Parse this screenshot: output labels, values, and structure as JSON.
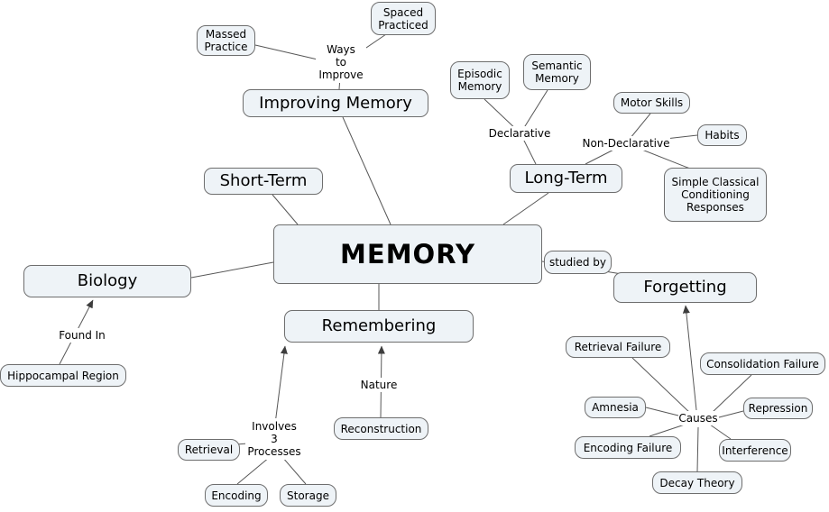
{
  "map": {
    "nodes": {
      "memory": "MEMORY",
      "improving_memory": "Improving Memory",
      "short_term": "Short-Term",
      "long_term": "Long-Term",
      "biology": "Biology",
      "forgetting": "Forgetting",
      "remembering": "Remembering",
      "spaced_practiced": "Spaced\nPracticed",
      "massed_practice": "Massed\nPractice",
      "episodic_memory": "Episodic\nMemory",
      "semantic_memory": "Semantic\nMemory",
      "motor_skills": "Motor Skills",
      "habits": "Habits",
      "simple_classical": "Simple Classical\nConditioning\nResponses",
      "hippocampal_region": "Hippocampal Region",
      "retrieval_failure": "Retrieval Failure",
      "consolidation_failure": "Consolidation Failure",
      "amnesia": "Amnesia",
      "repression": "Repression",
      "encoding_failure": "Encoding Failure",
      "interference": "Interference",
      "decay_theory": "Decay Theory",
      "reconstruction": "Reconstruction",
      "retrieval": "Retrieval",
      "encoding": "Encoding",
      "storage": "Storage"
    },
    "link_labels": {
      "ways_to_improve": "Ways\nto\nImprove",
      "declarative": "Declarative",
      "non_declarative": "Non-Declarative",
      "studied_by": "studied by",
      "found_in": "Found In",
      "nature": "Nature",
      "involves_3_processes": "Involves\n3\nProcesses",
      "causes": "Causes"
    },
    "colors": {
      "node_fill": "#eef3f7",
      "node_border": "#6e6e6e",
      "connector": "#575757"
    },
    "edges": [
      {
        "from": "memory",
        "to": "improving_memory"
      },
      {
        "from": "improving_memory",
        "to": "massed_practice",
        "label": "ways_to_improve"
      },
      {
        "from": "improving_memory",
        "to": "spaced_practiced",
        "label": "ways_to_improve"
      },
      {
        "from": "memory",
        "to": "short_term"
      },
      {
        "from": "memory",
        "to": "long_term"
      },
      {
        "from": "long_term",
        "to": "episodic_memory",
        "label": "declarative"
      },
      {
        "from": "long_term",
        "to": "semantic_memory",
        "label": "declarative"
      },
      {
        "from": "long_term",
        "to": "motor_skills",
        "label": "non_declarative"
      },
      {
        "from": "long_term",
        "to": "habits",
        "label": "non_declarative"
      },
      {
        "from": "long_term",
        "to": "simple_classical",
        "label": "non_declarative"
      },
      {
        "from": "memory",
        "to": "biology"
      },
      {
        "from": "hippocampal_region",
        "to": "biology",
        "label": "found_in",
        "arrow": true
      },
      {
        "from": "memory",
        "to": "forgetting",
        "label": "studied_by"
      },
      {
        "from": "memory",
        "to": "remembering"
      },
      {
        "from": "reconstruction",
        "to": "remembering",
        "label": "nature",
        "arrow": true
      },
      {
        "from": "retrieval",
        "to": "remembering",
        "label": "involves_3_processes",
        "arrow": true
      },
      {
        "from": "encoding",
        "to": "remembering",
        "label": "involves_3_processes",
        "arrow": true
      },
      {
        "from": "storage",
        "to": "remembering",
        "label": "involves_3_processes",
        "arrow": true
      },
      {
        "from": "retrieval_failure",
        "to": "forgetting",
        "label": "causes",
        "arrow": true
      },
      {
        "from": "consolidation_failure",
        "to": "forgetting",
        "label": "causes",
        "arrow": true
      },
      {
        "from": "amnesia",
        "to": "forgetting",
        "label": "causes",
        "arrow": true
      },
      {
        "from": "repression",
        "to": "forgetting",
        "label": "causes",
        "arrow": true
      },
      {
        "from": "encoding_failure",
        "to": "forgetting",
        "label": "causes",
        "arrow": true
      },
      {
        "from": "interference",
        "to": "forgetting",
        "label": "causes",
        "arrow": true
      },
      {
        "from": "decay_theory",
        "to": "forgetting",
        "label": "causes",
        "arrow": true
      }
    ]
  }
}
